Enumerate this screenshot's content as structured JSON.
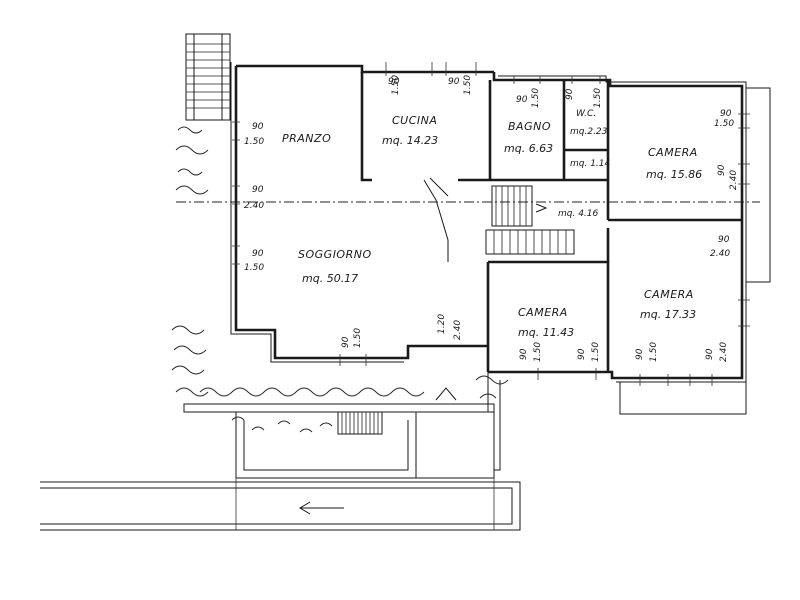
{
  "rooms": {
    "pranzo": {
      "name": "PRANZO",
      "dims": [
        "90",
        "1.50"
      ]
    },
    "cucina": {
      "name": "CUCINA",
      "area": "mq. 14.23"
    },
    "bagno": {
      "name": "BAGNO",
      "area": "mq. 6.63"
    },
    "wc": {
      "name": "W.C.",
      "area": "mq.2.23",
      "area2": "mq. 1.14"
    },
    "camera_ne": {
      "name": "CAMERA",
      "area": "mq. 15.86"
    },
    "disimpegno": {
      "area": "mq. 4.16"
    },
    "soggiorno": {
      "name": "SOGGIORNO",
      "area": "mq. 50.17"
    },
    "camera_s1": {
      "name": "CAMERA",
      "area": "mq. 11.43"
    },
    "camera_s2": {
      "name": "CAMERA",
      "area": "mq. 17.33"
    }
  },
  "openings": {
    "cucina_w1": [
      "90",
      "1.50"
    ],
    "cucina_w2": [
      "90",
      "1.50"
    ],
    "bagno_w": [
      "90",
      "1.50"
    ],
    "wc_w": [
      "90",
      "1.50"
    ],
    "camera_ne_w1": [
      "90",
      "1.50"
    ],
    "camera_ne_w2": [
      "90",
      "2.40"
    ],
    "pranzo_w2": [
      "90",
      "2.40"
    ],
    "soggiorno_w": [
      "90",
      "1.50"
    ],
    "soggiorno_s": [
      "90",
      "1.50"
    ],
    "porta_s": [
      "1.20",
      "2.40"
    ],
    "camera_s1_w1": [
      "90",
      "1.50"
    ],
    "camera_s1_w2": [
      "90",
      "1.50"
    ],
    "camera_s2_w1": [
      "90",
      "1.50"
    ],
    "camera_s2_w2": [
      "90",
      "2.40"
    ],
    "camera_s2_e": [
      "90",
      "2.40"
    ]
  }
}
